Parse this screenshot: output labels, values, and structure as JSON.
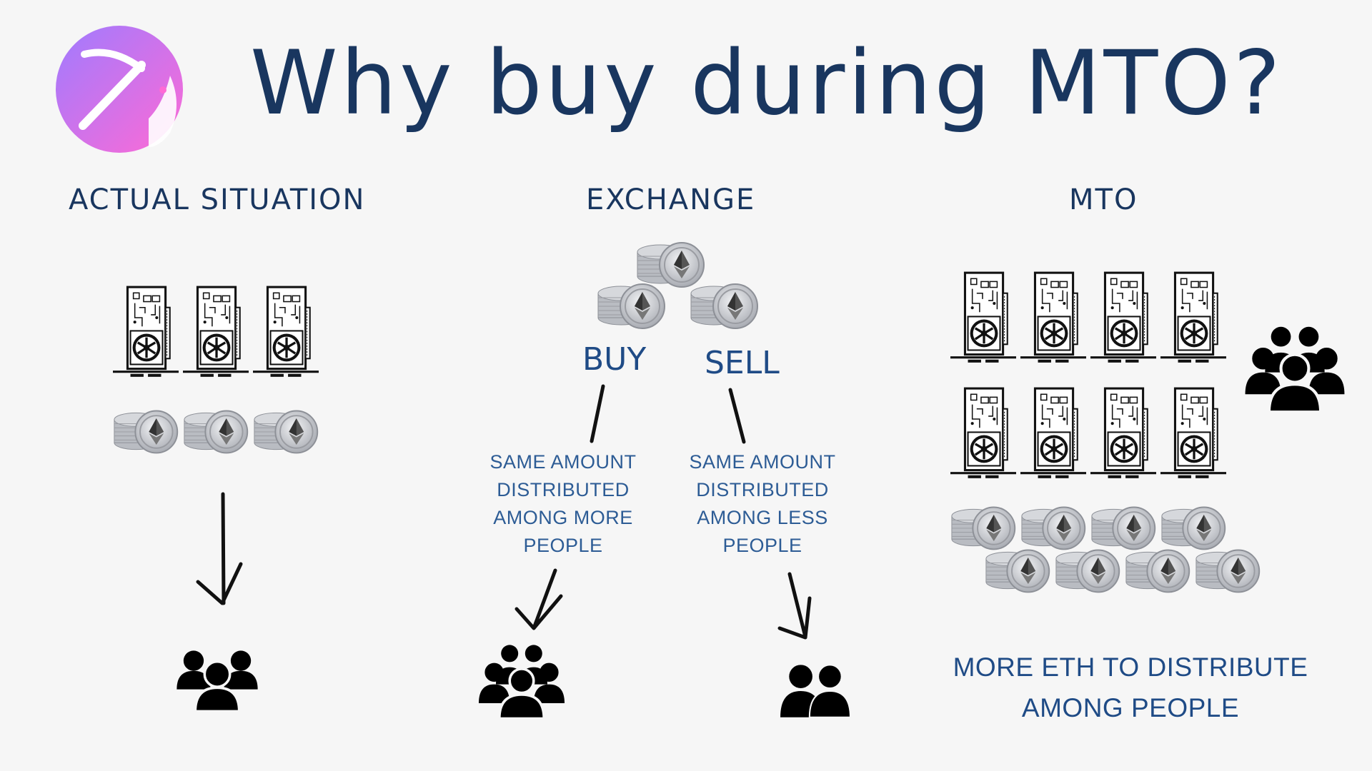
{
  "title": "Why buy during MTO?",
  "columns": {
    "actual": {
      "heading": "ACTUAL SITUATION"
    },
    "exchange": {
      "heading": "EXCHANGE",
      "buy_label": "BUY",
      "sell_label": "SELL",
      "buy_note": [
        "SAME AMOUNT",
        "DISTRIBUTED",
        "AMONG MORE",
        "PEOPLE"
      ],
      "sell_note": [
        "SAME AMOUNT",
        "DISTRIBUTED",
        "AMONG LESS",
        "PEOPLE"
      ]
    },
    "mto": {
      "heading": "MTO",
      "note": [
        "MORE ETH TO DISTRIBUTE",
        "AMONG PEOPLE"
      ]
    }
  },
  "colors": {
    "title": "#19365f",
    "accent_text": "#1f4b86",
    "logo_gradient": [
      "#b07cff",
      "#ff6fd8"
    ],
    "icon": "#000000",
    "coin": "#c9cbd0"
  },
  "icons": {
    "logo": "pickaxe-logo",
    "gpu": "graphics-card-icon",
    "coin_stack": "eth-coin-stack-icon",
    "people": "people-group-icon"
  }
}
